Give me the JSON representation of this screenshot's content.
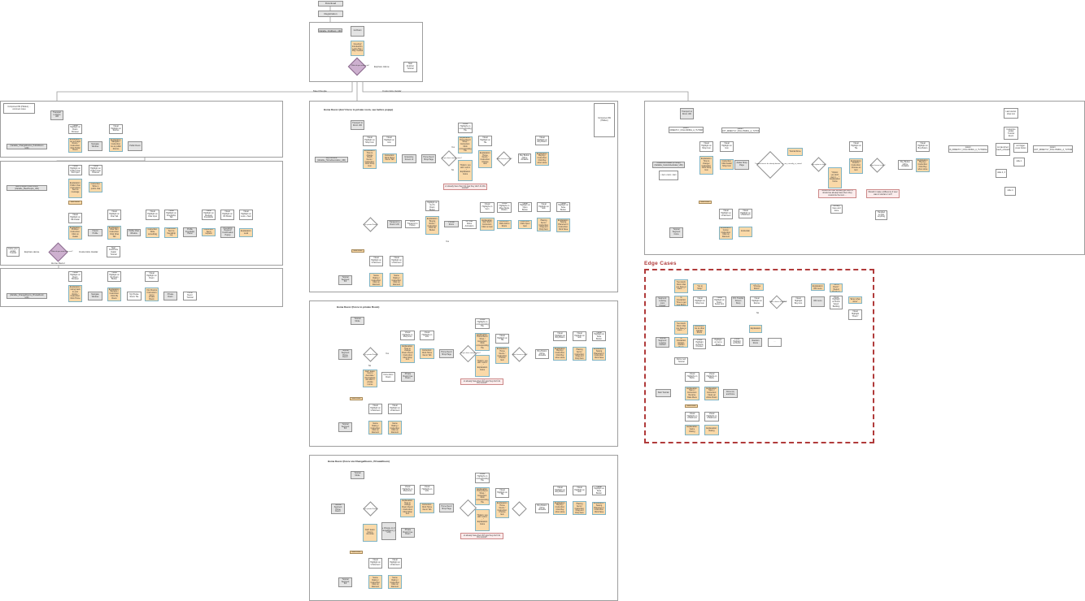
{
  "diagram": {
    "top": {
      "download": "Download",
      "registration": "Registration",
      "first_room": "First Room (Variable_FirstRoom_UID)",
      "in_room": "1st Room",
      "greeting": "Greeting! Introduction, Learn Tips / Play Tutorial",
      "decision": "What do you want to do?",
      "explore_alone_label": "Explore Alone",
      "explore_node": "Start Explorer Tutorial",
      "meet_people_label": "Meet People",
      "customize_avatar_label": "Customize Avatar"
    },
    "left_panel_1": {
      "note": "Component Bit (Hidden) ... comment notes",
      "transport": "Transport to Room UID",
      "start": "Change to public Rooms (Variable_ChangeRooms_PublicRoom UID)",
      "nodes": [
        "Visual Highlight on Room Browser",
        "Explanation: Go to Public Room / Instruction: Click Public Room",
        "Navigate Window",
        "Visual Highlight on Rooms",
        "Explanation: Navigate / Instruction: Go to public Rooms",
        "Public Room"
      ]
    },
    "left_panel_2": {
      "start": "Meet People Public Room (Variable_MeetPeople_UID)",
      "tag": "Well done!",
      "nodes": [
        "Visual Highlight on Public Chat Text Input",
        "Explanation: Public Chat / Instruction: Send a message",
        "Visual Highlight on Public Chat Channel",
        "Instruction: Write in public chat",
        "Visual Highlight on DE Avatar",
        "Explanation: Profiles / Instruction: Click on Avatar",
        "Friend Profile",
        "Visual Highlight on Chat Tab",
        "Explanation: Chat Tab / Instruction: Click Chat Tab",
        "Profile Chat Window",
        "Visual Highlight on Chat Input",
        "Instruction: Write something",
        "Visual Highlight on Friendship Tab",
        "Instruction: Send a friendship req",
        "Profile Friendship Panel",
        "Visual Highlight on Request Friendship",
        "Instruction: Send request",
        "Visual Highlight on OK Button",
        "Friendship Request Confirmation Popup",
        "Visual Highlight on Look + Next",
        "Explanation: Look"
      ],
      "decision": "What do you want to do next?",
      "explore_alone": "Explore alone",
      "explore_node": "Fame your avatar Tutorial",
      "customize": "Customize Avatar",
      "customize_node": "Start Customize Avatar Tutorial",
      "home_decor": "Home Decor"
    },
    "left_panel_3": {
      "start": "Change Room to private Room (Variable_ChangeRooms_PrivateRoom UID)",
      "nodes": [
        "Visual Highlight on Room Browser",
        "Explanation: Going back to your Room / Instruction: Click Home",
        "Navigate Window",
        "Visual Highlight on My Room Button",
        "Explanation: Navigate / Instruction: Click My Room",
        "My Private Room Tile",
        "Visual Highlight on Room",
        "Explanation: Your Rooms / Instruction: Go to private Room",
        "Private Room",
        "Home Decor Tutorial"
      ]
    },
    "home_decor_1": {
      "title": "Home Decor (don't force to private room, see before popup)",
      "note_title": "Component Bit (Hidden)",
      "start": "Buy furniture (Variable_HomeDecoration_UID)",
      "transport": "Transport to Room UID",
      "tag": "Well done!",
      "nodes": [
        "Visual Highlight on Shop Icon",
        "Explanation: How to change Room Decor / Instruction: Click Shop Icon",
        "Visual Highlight on Icon",
        "Instruction: Click Home Decor Tab",
        "Enterprise Screen UI",
        "Home Decor Shop Page",
        "Visual Highlight on corresponding Tile",
        "Explanation: Home Decor Shop / Instruction: Click corresponding Tile",
        "\"Option: you don't own it ... \" Explanation Coins",
        "Visual Highlight on Buy Button",
        "Explanation: Buying / Instruction: Click Buy when done",
        "Visual Highlight on Tile",
        "Explanation: Home Decor / Instruction: Choose Item",
        "Buy Button will be clickable"
      ],
      "decision1": "Do you have enough coins?",
      "decision2": "How chosen is item?",
      "yes": "Yes",
      "no": "No",
      "pink_note": "Should the User actually get them at this point or already have them for now they don't do this tutorial?",
      "row2": [
        "Is in private Room?",
        "Transport to Room UID",
        "Force Transport to Popup",
        "Visual Highlight on Go To Room Button",
        "Explanation: Buying Room / Instruction: Click Go Button",
        "Private Room",
        "Go Staff Roles Animation",
        "Visual Highlight on Item",
        "Explanation: Item Stuff / Instruction: Click on item",
        "Visual Highlight on Move Mode Button",
        "Instruction: Click Add to Room",
        "Visual Highlight on Open Button",
        "Instruction: Click Open Item",
        "Visual Highlight on Item",
        "Explanation: Placing Items / Instruction: Drag and Drop Item",
        "Visual Highlight on Save Button",
        "Explanation: Saving Placement / Instruction: Click Save"
      ],
      "footer": [
        "Tutorial Segment 3/3",
        "Visual Highlight on UI Element",
        "Explanation: Game Rating / Instruction: Click on Element",
        "Visual Highlight on UI Element",
        "Explanation: Game Rating / Instruction: Click on Element"
      ]
    },
    "home_decor_2": {
      "title": "Home Decor (Force to private Room)",
      "start": "Tutorial Segment Home Decor",
      "transport": "Tutorial Mode",
      "tag": "Well done!",
      "decision0": "Is in private Room?",
      "yes": "Yes",
      "no": "No",
      "nodes": [
        "Can't leave: how to decorate / Decorations are also in private rooms",
        "Force Error Room",
        "Private Room Free Room"
      ],
      "pink_note": "Should the User actually get them at this point or already have them for now they don't do this tutorial?",
      "footer": [
        "Tutorial Segment 3/3",
        "Visual Highlight on UI Element",
        "Explanation: Game Rating / Instruction: Click on Element",
        "Visual Highlight on UI Element",
        "Explanation: Game Rating / Instruction: Click on Element"
      ]
    },
    "home_decor_3": {
      "title": "Home Decor (Force via ChangeRooms_PrivateRoom)",
      "start": "Tutorial Segment Home Decor",
      "transport": "Tutorial Mode",
      "tag": "Well done!",
      "nodes": [
        "Can't leave: how to decorate",
        "Force Change to private (Variable_ChangeRooms_PrivateRoom UID)",
        "Private Room Free Room"
      ],
      "pink_note": "Should the User actually get them at this point or already have them for now they don't do this tutorial?",
      "footer": [
        "Tutorial Segment 3/3",
        "Visual Highlight on UI Element",
        "Explanation: Game Rating / Instruction: Click on Element",
        "Visual Highlight on UI Element",
        "Explanation: Game Rating / Instruction: Click on Element"
      ]
    },
    "avatar_panel": {
      "transport": "Transport to Room UID",
      "start": "Customize Avatar (in Shop) (Variable_CustomizeAvatar_UID)",
      "list_note": "• item • item • item",
      "param1": "param: IS_DIRECTLY_FOLLOWING_A_TUTORIAL",
      "param2": "param: IS_NOT_DIRECTLY_FOLLOWING_A_TUTORIAL",
      "decision1": "Triggered event: do already bottom ... is_not_currently_in_tutorial",
      "decision2": "Has option in shop?",
      "decision3": "How chosen is item?",
      "tutorial_done": "Tutorial Done",
      "pink1": "Should the User actually get them or should we already have them they customize the item ...",
      "pink2": "Should it make a difference if user was in tutorial or not?",
      "tag": "Well done!",
      "nodes": [
        "Visual Highlight on Shop Icon",
        "Explanation: How to change / Instruction: Click Shop Icon",
        "Visual Highlight on Icon",
        "Instruction: Click Avatar Shop Icon",
        "Avatar Shop Page",
        "Visual Highlight on Tile",
        "Explanation: Custom / Instruction: Choose an item",
        "Buy Button will be clickable",
        "Visual Highlight on Buy Button",
        "Explanation: Buying / Instruction: Click Buy when done",
        "Already have and done",
        "Handled on first anything",
        "Tutorial Segment Coins",
        "Visual Highlight on UI Element",
        "Explanation: Coins / Instruction: Click on Element",
        "Visual Highlight on UI Element",
        "Instruction"
      ],
      "side_flow": [
        "Last tutorial: shop icon",
        "Customize avatar Tutorial Event",
        "not launched: coach_onboard",
        "not trigger: press button",
        "param: IS_DIRECTLY_FOLLOWING_A_TUTORIAL",
        "param: IS_NOT_DIRECTLY_FOLLOWING_A_TUTORIAL",
        "slide 1",
        "slide 2, 3",
        "slide 4"
      ]
    },
    "edge_cases": {
      "title": "Edge Cases",
      "row1": [
        "Tutorial Segment: Leaving room Answer",
        "\"Get stuck: Room that you have to leave ...\"",
        "Explanation: Is Interaction Time to get new Room",
        "Instruction: \"Go to Shop\"",
        "Visual Highlight on Shop Icon",
        "Visual Highlight on Room Setup Icon",
        "P.O. Tutorial Screen Shop",
        "Highlight: \"Choose Room\"",
        "Visual Highlight on Rooms",
        "Room chosen in Room?",
        "Visual Highlight Buy Icon",
        "Start Explanation: DD menu",
        "DD menu",
        "Instruction: \"Go to Room\" (Select Building)",
        "Visual Highlight on Room Select Building",
        "Instruction: \"Enter when done\"",
        "Visual Highlight \"Room\""
      ],
      "row2": [
        "Tutorial Segment: Leaving Garden",
        "\"Get stuck: Room that you have to leave ...\"",
        "Explanation: Is Interaction Garden-Garden Room",
        "Instruction: Go to other Garden Room",
        "Visual Highlight on Room Chooser",
        "Visual Highlight on Go to Room",
        "Visual Highlight on Room",
        "Explanation",
        "Random Room",
        "..."
      ],
      "force_next": "Force next Tutorial",
      "row3": [
        "Start Tutorial",
        "Visual Highlight on Menu",
        "Explanation: Menu / Instruction: Rename Data Menu",
        "Visual Highlight on Menu",
        "Explanation: Menu / Instruction: Clean-up whole Room",
        "Done (in) and Done"
      ],
      "tag": "Well done!",
      "row4": [
        "Visual Highlight on UI Element",
        "Explanation: Game Rating",
        "Visual Highlight on UI Element",
        "Explanation: Rating"
      ],
      "yes": "Yes",
      "no": "No"
    }
  }
}
